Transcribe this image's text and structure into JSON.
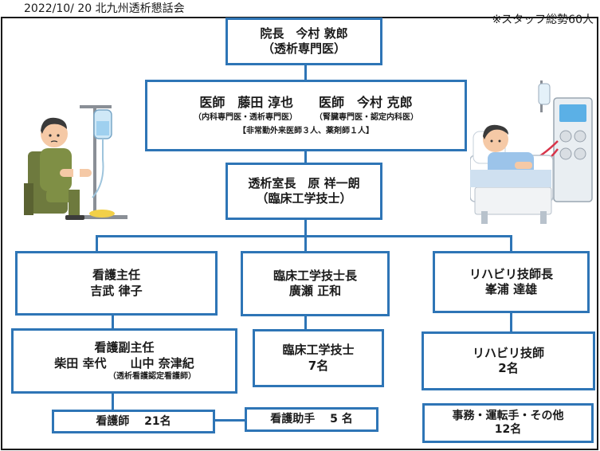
{
  "header": {
    "date_title": "2022/10/ 20 北九州透析懇話会",
    "staff_total": "※スタッフ総勢60人"
  },
  "director": {
    "title": "院長　今村 敦郎",
    "note": "（透析専門医）"
  },
  "doctors": {
    "line": "医師　藤田 淳也　　医師　今村 克郎",
    "spec1": "（内科専門医・透析専門医）",
    "spec2": "（腎臓専門医・認定内科医）",
    "parttime": "【非常勤外来医師３人、薬剤師１人】"
  },
  "dialysis_head": {
    "title": "透析室長　原 祥一朗",
    "note": "（臨床工学技士）"
  },
  "nursing_chief": {
    "title": "看護主任",
    "name": "吉武 律子"
  },
  "ce_chief": {
    "title": "臨床工学技士長",
    "name": "廣瀬 正和"
  },
  "rehab_chief": {
    "title": "リハビリ技師長",
    "name": "峯浦 達雄"
  },
  "nursing_deputy": {
    "title": "看護副主任",
    "names": "柴田 幸代　　山中 奈津紀",
    "note": "（透析看護認定看護師）"
  },
  "ce_staff": {
    "title": "臨床工学技士",
    "count": "7名"
  },
  "rehab_staff": {
    "title": "リハビリ技師",
    "count": "2名"
  },
  "nurses": {
    "label": "看護師　 21名"
  },
  "assistants": {
    "label": "看護助手　 5 名"
  },
  "others": {
    "title": "事務・運転手・その他",
    "count": "12名"
  },
  "colors": {
    "box_border": "#2e75b6",
    "connector": "#2e75b6"
  },
  "illustrations": [
    "patient-with-iv-drip",
    "patient-on-dialysis-machine"
  ]
}
